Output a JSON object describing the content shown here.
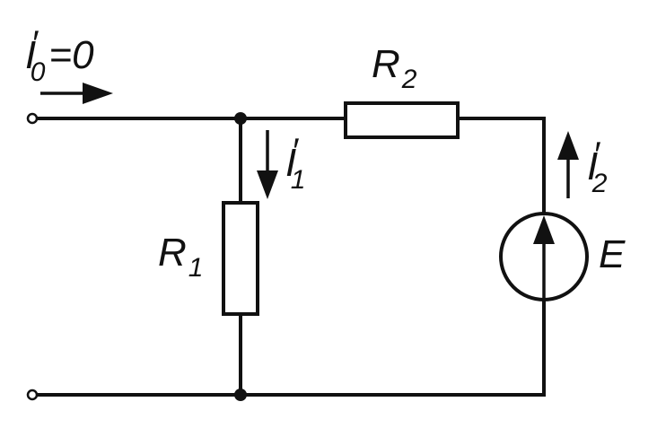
{
  "labels": {
    "i0": {
      "symbol": "I",
      "subscript": "0",
      "prime": "′",
      "suffix": "=0"
    },
    "i1": {
      "symbol": "I",
      "subscript": "1",
      "prime": "′"
    },
    "i2": {
      "symbol": "I",
      "subscript": "2",
      "prime": "′"
    },
    "r1": {
      "symbol": "R",
      "subscript": "1"
    },
    "r2": {
      "symbol": "R",
      "subscript": "2"
    },
    "e": {
      "symbol": "E"
    }
  }
}
